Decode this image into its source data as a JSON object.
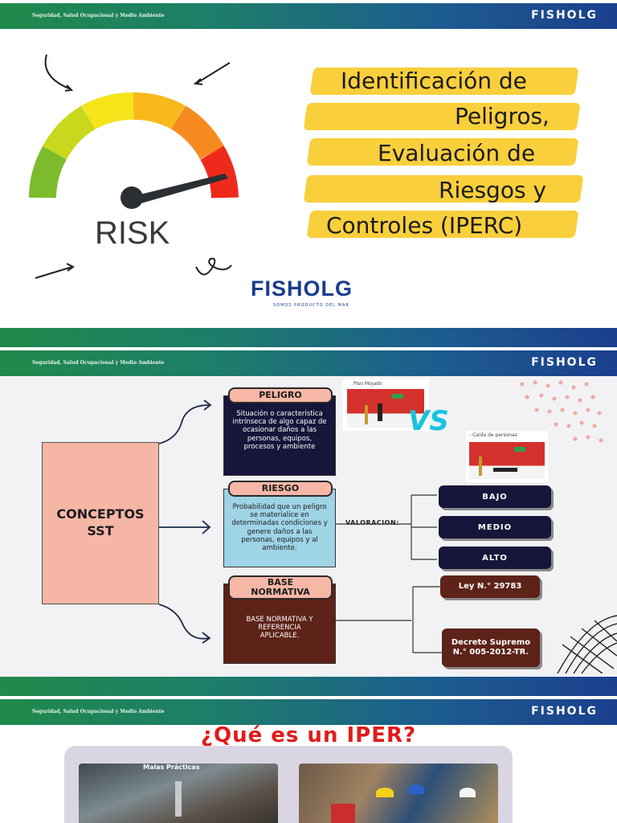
{
  "header": {
    "section_text": "Seguridad, Salud Ocupacional y Medio Ambiente",
    "brand": "FISHOLG"
  },
  "slide1": {
    "gauge_label": "RISK",
    "title_lines": [
      "Identificación de",
      "Peligros,",
      "Evaluación de",
      "Riesgos y",
      "Controles (IPERC)"
    ],
    "logo": "FISHOLG",
    "logo_tagline": "SOMOS PRODUCTO DEL MAR"
  },
  "slide2": {
    "main_label": "CONCEPTOS SST",
    "peligro": {
      "title": "PELIGRO",
      "text": "Situación o característica intrínseca de algo capaz de ocasionar daños a las personas, equipos, procesos y ambiente"
    },
    "riesgo": {
      "title": "RIESGO",
      "text": "Probabilidad que un peligro se materialice en determinadas condiciones y genere daños a las personas, equipos y al ambiente."
    },
    "valoracion_label": "VALORACION:",
    "levels": [
      "BAJO",
      "MEDIO",
      "ALTO"
    ],
    "base": {
      "title": "BASE NORMATIVA",
      "text": "BASE NORMATIVA Y REFERENCIA APLICABLE."
    },
    "laws": [
      "Ley N.° 29783",
      "Decreto Supremo N.° 005-2012-TR."
    ],
    "image1_caption": "Piso Mojado",
    "image2_caption": "- Caída de personas",
    "vs_label": "VS"
  },
  "slide3": {
    "title": "¿Qué es un IPER?",
    "photo1_caption": "Malas Prácticas"
  },
  "colors": {
    "band_green": "#1f8a4a",
    "band_blue": "#1b3f8e",
    "highlight_yellow": "#f9cf3c",
    "pill_pink": "#f6b7a6",
    "navy": "#15163a",
    "brown": "#5d2218",
    "teal_box": "#9fd3e6",
    "title_red": "#e01b1b"
  }
}
